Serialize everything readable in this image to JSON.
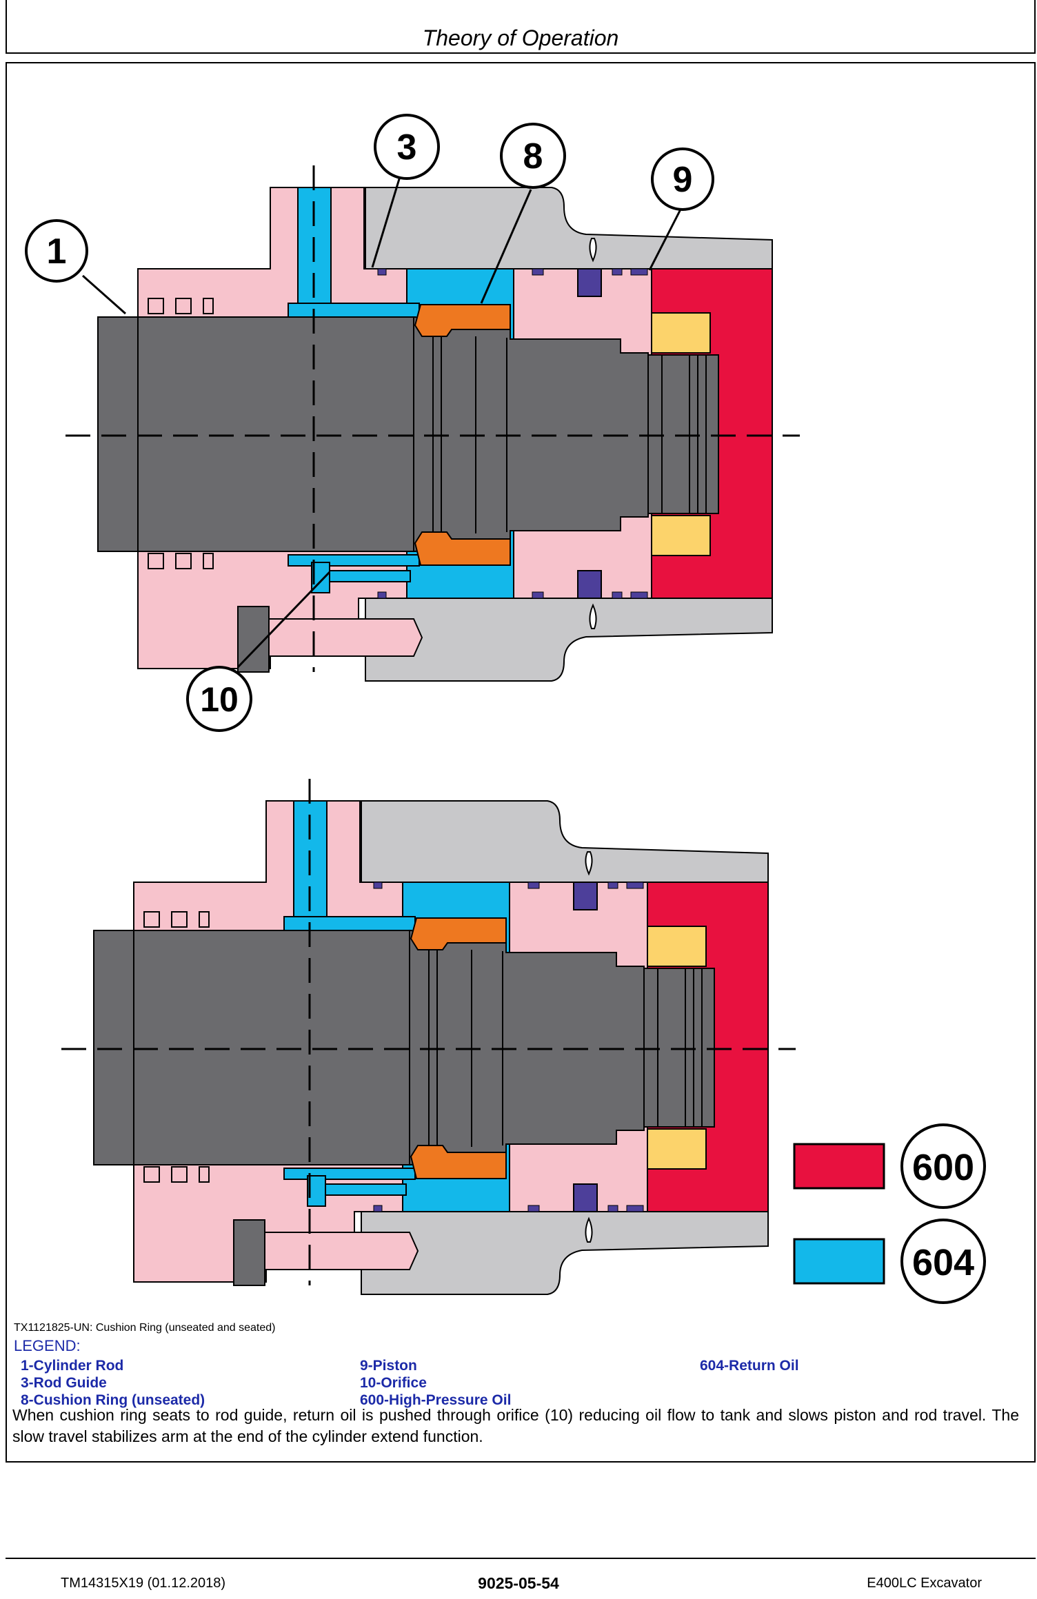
{
  "header": {
    "title": "Theory of Operation"
  },
  "figure": {
    "callouts": {
      "c1": "1",
      "c3": "3",
      "c8": "8",
      "c9": "9",
      "c10": "10"
    },
    "key": [
      {
        "number": "600",
        "color": "#e8113f"
      },
      {
        "number": "604",
        "color": "#13b8ea"
      }
    ],
    "colors": {
      "rod": "#6b6b6e",
      "guide": "#f7c3cc",
      "barrel": "#c8c8ca",
      "high_pressure": "#e8113f",
      "return_oil": "#13b8ea",
      "cushion_ring": "#ee7820",
      "seal": "#4d3f9a",
      "nut": "#fcd36b"
    }
  },
  "caption": "TX1121825-UN: Cushion Ring (unseated and seated)",
  "legend": {
    "title": "LEGEND:",
    "items": [
      "1-Cylinder Rod",
      "3-Rod Guide",
      "8-Cushion Ring (unseated)",
      "9-Piston",
      "10-Orifice",
      "600-High-Pressure Oil",
      "604-Return Oil"
    ]
  },
  "description": "When cushion ring seats to rod guide, return oil is pushed through orifice (10) reducing oil flow to tank and slows piston and rod travel. The slow travel stabilizes arm at the end of the cylinder extend function.",
  "footer": {
    "left": "TM14315X19 (01.12.2018)",
    "center": "9025-05-54",
    "right": "E400LC Excavator"
  }
}
